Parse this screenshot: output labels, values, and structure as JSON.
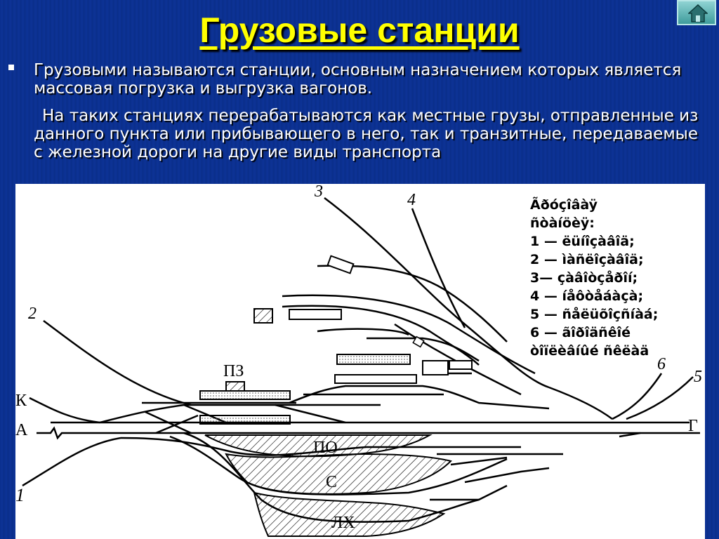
{
  "slide": {
    "title": "Грузовые станции",
    "para1": "Грузовыми называются станции, основным назначением которых является массовая погрузка и выгрузка вагонов.",
    "para2": "На таких станциях перерабатываются как местные грузы, отправленные из данного пункта или прибывающего в него, так и транзитные, передаваемые с железной дороги на другие виды транспорта"
  },
  "nav": {
    "home_icon": "home-icon"
  },
  "diagram": {
    "labels": {
      "n1": "1",
      "n2": "2",
      "n3": "3",
      "n4": "4",
      "n5": "5",
      "n6": "6",
      "K": "К",
      "A": "А",
      "G": "Г",
      "PZ": "ПЗ",
      "PO": "ПО",
      "S": "С",
      "LH": "ЛХ"
    },
    "legend": [
      "Ãðóçîâàÿ",
      "ñòàíöèÿ:",
      "1 — ëüíîçàâîä;",
      "2 — ìàñëîçàâîä;",
      "3— çàâîòçåðîí;",
      "4 — íåôòåáàçà;",
      "5 — ñåëüõîçñíàá;",
      "6 — ãîðîäñêîé",
      "òîïëèâíûé ñêëàä"
    ]
  }
}
